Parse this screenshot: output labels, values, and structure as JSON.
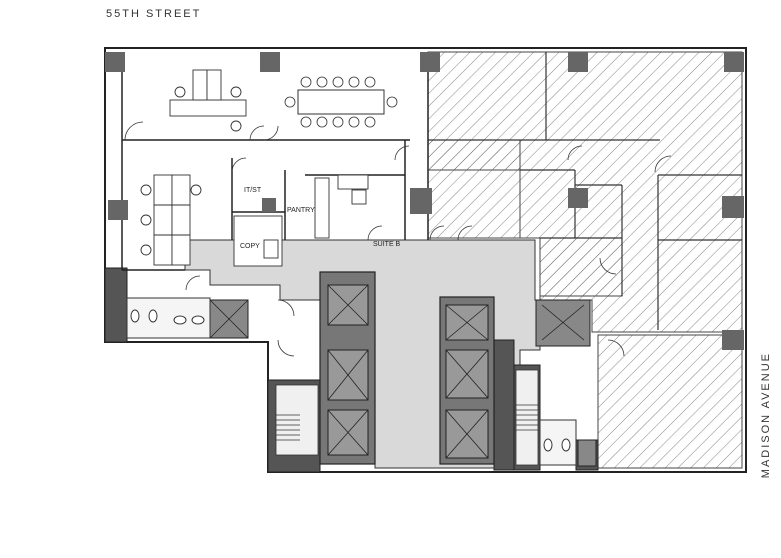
{
  "streets": {
    "top": "55TH STREET",
    "right": "MADISON AVENUE"
  },
  "rooms": {
    "suite": "SUITE B",
    "it": "IT/ST",
    "pantry": "PANTRY",
    "copy": "COPY"
  },
  "colors": {
    "core": "#555555",
    "common": "#d9d9d9",
    "hatch": "#555555",
    "wall": "#222222",
    "column": "#666666"
  }
}
